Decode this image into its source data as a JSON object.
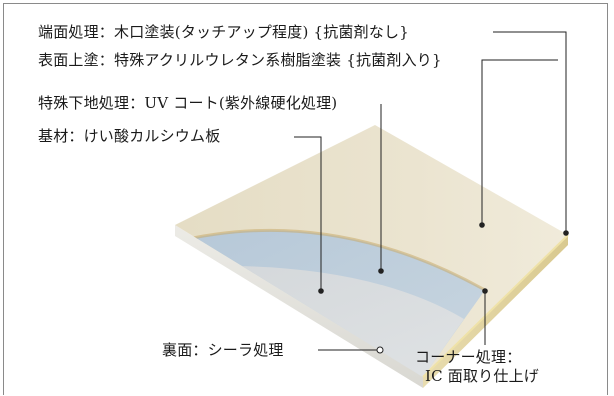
{
  "labels": {
    "edge": "端面処理：木口塗装(タッチアップ程度) {抗菌剤なし}",
    "surface_coat": "表面上塗：特殊アクリルウレタン系樹脂塗装 {抗菌剤入り}",
    "special_base": "特殊下地処理：UV コート(紫外線硬化処理)",
    "base_material": "基材：けい酸カルシウム板",
    "back": "裏面：シーラ処理",
    "corner_line1": "コーナー処理：",
    "corner_line2": "IC 面取り仕上げ"
  },
  "colors": {
    "top_coat": "#eae3cf",
    "uv_coat": "#c2d1de",
    "base_board": "#d7dadc",
    "leader": "#222222"
  }
}
